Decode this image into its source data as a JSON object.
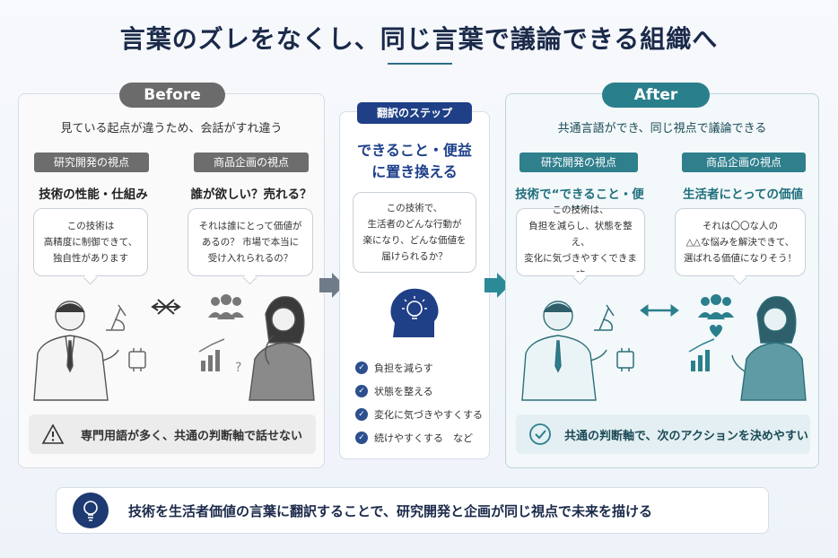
{
  "title": "言葉のズレをなくし、同じ言葉で議論できる組織へ",
  "before": {
    "label": "Before",
    "subtitle": "見ている起点が違うため、会話がすれ違う",
    "rd": {
      "tag": "研究開発の視点",
      "heading": "技術の性能・仕組み",
      "bubble": "この技術は\n高精度に制御できて、\n独自性があります"
    },
    "planning": {
      "tag": "商品企画の視点",
      "heading": "誰が欲しい？売れる？",
      "bubble": "それは誰にとって価値が\nあるの？ 市場で本当に\n受け入れられるの？"
    },
    "footer": "専門用語が多く、共通の判断軸で話せない"
  },
  "middle": {
    "label": "翻訳のステップ",
    "title_line1": "できること・便益",
    "title_line2": "に置き換える",
    "bubble": "この技術で、\n生活者のどんな行動が\n楽になり、どんな価値を\n届けられるか？",
    "steps": [
      "負担を減らす",
      "状態を整える",
      "変化に気づきやすくする",
      "続けやすくする　など"
    ]
  },
  "after": {
    "label": "After",
    "subtitle": "共通言語ができ、同じ視点で議論できる",
    "rd": {
      "tag": "研究開発の視点",
      "heading": "技術で“できること・便益”",
      "bubble": "この技術は、\n負担を減らし、状態を整え、\n変化に気づきやすくできます"
    },
    "planning": {
      "tag": "商品企画の視点",
      "heading": "生活者にとっての価値",
      "bubble": "それは〇〇な人の\n△△な悩みを解決できて、\n選ばれる価値になりそう！"
    },
    "footer": "共通の判断軸で、次のアクションを決めやすい"
  },
  "banner": "技術を生活者価値の言葉に翻訳することで、研究開発と企画が同じ視点で未来を描ける",
  "colors": {
    "navy": "#1b2a4a",
    "gray_pill": "#6b6b6b",
    "teal_pill": "#2a7f8c",
    "blue_pill": "#1f3f86",
    "after_bg": "#e9f3f5"
  },
  "icons": [
    "microscope-icon",
    "flask-icon",
    "mismatch-arrows-icon",
    "people-icon",
    "chart-icon",
    "question-icon",
    "lightbulb-head-icon",
    "warning-icon",
    "check-circle-icon",
    "double-arrow-icon",
    "heart-icon",
    "lightbulb-icon"
  ]
}
